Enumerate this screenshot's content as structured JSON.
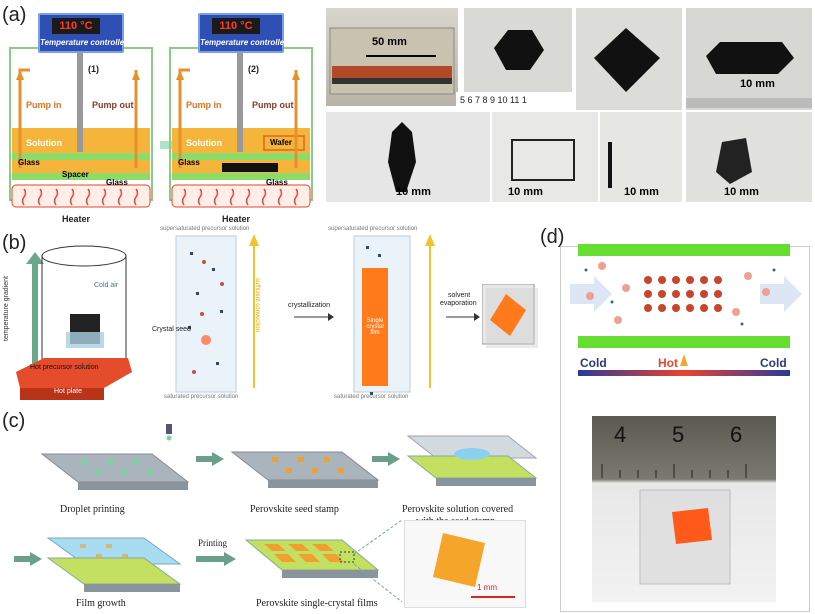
{
  "panels": {
    "a": "(a)",
    "b": "(b)",
    "c": "(c)",
    "d": "(d)"
  },
  "panel_a": {
    "controller_temp": "110 °C",
    "controller_label": "Temperature controller",
    "step1": "(1)",
    "step2": "(2)",
    "pump_in": "Pump in",
    "pump_out": "Pump out",
    "solution": "Solution",
    "glass": "Glass",
    "spacer": "Spacer",
    "wafer": "Wafer",
    "heater": "Heater",
    "scale_50mm": "50 mm",
    "scale_10mm": "10 mm",
    "ruler_numbers": "5  6  7  8  9  10  11  1"
  },
  "panel_b": {
    "hot_plate": "Hot plate",
    "hot_precursor": "Hot precursor solution",
    "cold_air": "Cold air",
    "temperature_gradient": "temperature gradient",
    "supersaturated_1": "supersaturated precursor solution",
    "saturated_1": "saturated precursor solution",
    "crystal_seed": "Crystal seed",
    "sufficient_convection": "sufficient convection",
    "crystallization": "crystallization",
    "supersaturated_2": "supersaturated precursor solution",
    "saturated_2": "saturated precursor solution",
    "single_crystal_film": "Single crystal film",
    "solvent_evaporation_1": "solvent",
    "solvent_evaporation_2": "evaporation"
  },
  "panel_c": {
    "droplet_printing": "Droplet printing",
    "seed_stamp": "Perovskite seed stamp",
    "solution_covered_1": "Perovskite solution covered",
    "solution_covered_2": "with the seed stamp",
    "film_growth": "Film growth",
    "printing": "Printing",
    "single_crystal_films": "Perovskite single-crystal films",
    "scale_1mm": "1 mm"
  },
  "panel_d": {
    "cold_left": "Cold",
    "hot": "Hot",
    "cold_right": "Cold",
    "ruler_4": "4",
    "ruler_5": "5",
    "ruler_6": "6"
  },
  "colors": {
    "tc_blue": "#2e4fb3",
    "display_red": "#ff3a2a",
    "solution_orange": "#f5b53a",
    "glass_green": "#8ddc6a",
    "heater_red": "#e8442e",
    "crystal_orange": "#ff7a1a",
    "bar_green": "#66dd33",
    "arrow_green": "#6aa88a"
  }
}
